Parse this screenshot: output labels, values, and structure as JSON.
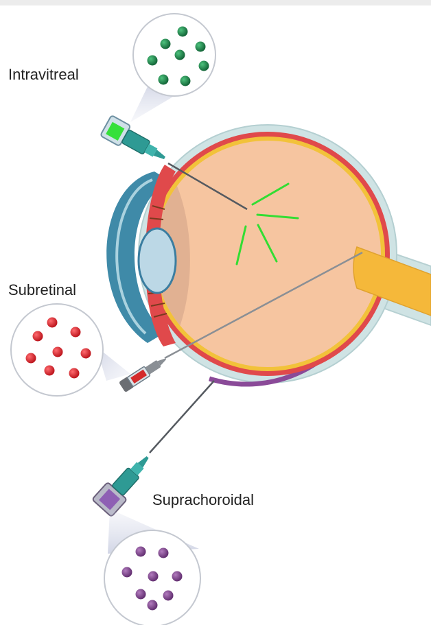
{
  "labels": {
    "intravitreal": "Intravitreal",
    "subretinal": "Subretinal",
    "suprachoroidal": "Suprachoroidal"
  },
  "colors": {
    "intravitreal": "#1e8a4e",
    "subretinal": "#e0202a",
    "suprachoroidal": "#8a4a98",
    "vitreous": "#f6c5a0",
    "sclera": "#cfe3e4",
    "retina": "#f2c23a",
    "choroid": "#e0494b",
    "optic_nerve": "#f5b83a",
    "cornea": "#3f8aa8",
    "lens": "#bcd8e6",
    "needle_body": "#2e9a94",
    "drug_beam": "#33dd33"
  },
  "icons": {
    "intravitreal": "syringe-green-vial-icon",
    "subretinal": "syringe-red-vial-icon",
    "suprachoroidal": "syringe-purple-vial-icon"
  }
}
